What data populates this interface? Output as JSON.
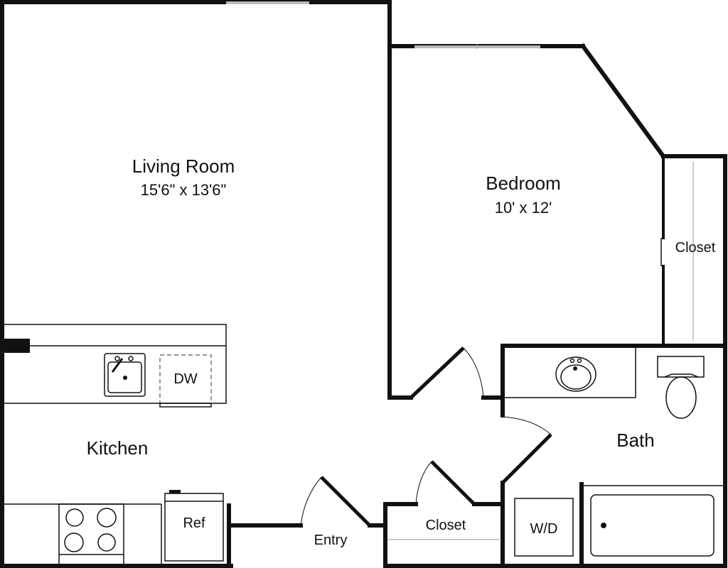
{
  "rooms": {
    "living_room": {
      "name": "Living Room",
      "dimensions": "15'6\" x 13'6\""
    },
    "bedroom": {
      "name": "Bedroom",
      "dimensions": "10' x 12'"
    },
    "kitchen": {
      "name": "Kitchen"
    },
    "bath": {
      "name": "Bath"
    },
    "bedroom_closet": {
      "name": "Closet"
    },
    "entry_closet": {
      "name": "Closet"
    },
    "entry": {
      "name": "Entry"
    }
  },
  "fixtures": {
    "dishwasher": "DW",
    "refrigerator": "Ref",
    "washer_dryer": "W/D"
  }
}
